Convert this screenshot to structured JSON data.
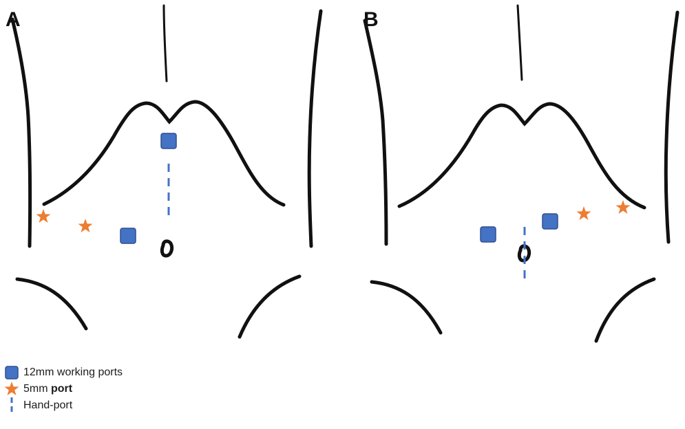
{
  "panels": {
    "a_label": "A",
    "b_label": "B"
  },
  "legend": {
    "working_ports": "12mm working ports",
    "port_5mm_prefix": "5mm ",
    "port_5mm_bold": "port",
    "hand_port": "Hand-port"
  },
  "colors": {
    "working_port": "#4472c4",
    "working_port_stroke": "#2f4f8f",
    "five_mm_port": "#ed7d31",
    "hand_port": "#4472c4",
    "outline": "#111111"
  },
  "icons": {
    "working_port": "blue-square-icon",
    "five_mm_port": "orange-star-icon",
    "hand_port": "blue-dashed-line-icon"
  }
}
